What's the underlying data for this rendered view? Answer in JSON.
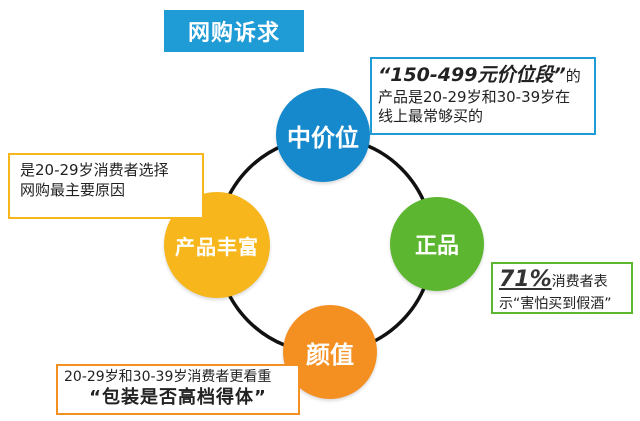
{
  "title": "网购诉求",
  "ring": {
    "color": "#111111"
  },
  "nodes": {
    "top": {
      "label": "中价位",
      "color": "#1589cc"
    },
    "right": {
      "label": "正品",
      "color": "#5cb62f"
    },
    "bottom": {
      "label": "颜值",
      "color": "#f48f22"
    },
    "left": {
      "label": "产品丰富",
      "color": "#f6b61c"
    }
  },
  "notes": {
    "price": {
      "quote": "“150-499元价位段”",
      "quote_suffix": "的",
      "line2": "产品是20-29岁和30-39岁在",
      "line3": "线上最常够买的",
      "border": "#1f9bd6"
    },
    "variety": {
      "line1": "是20-29岁消费者选择",
      "line2": "网购最主要原因",
      "border": "#f6b61c"
    },
    "genuine": {
      "percent": "71%",
      "line1_suffix": "消费者表",
      "line2": "示“害怕买到假酒”",
      "border": "#5cb62f"
    },
    "looks": {
      "line1": "20-29岁和30-39岁消费者更看重",
      "quote": "“包装是否高档得体”",
      "border": "#f48f22"
    }
  }
}
